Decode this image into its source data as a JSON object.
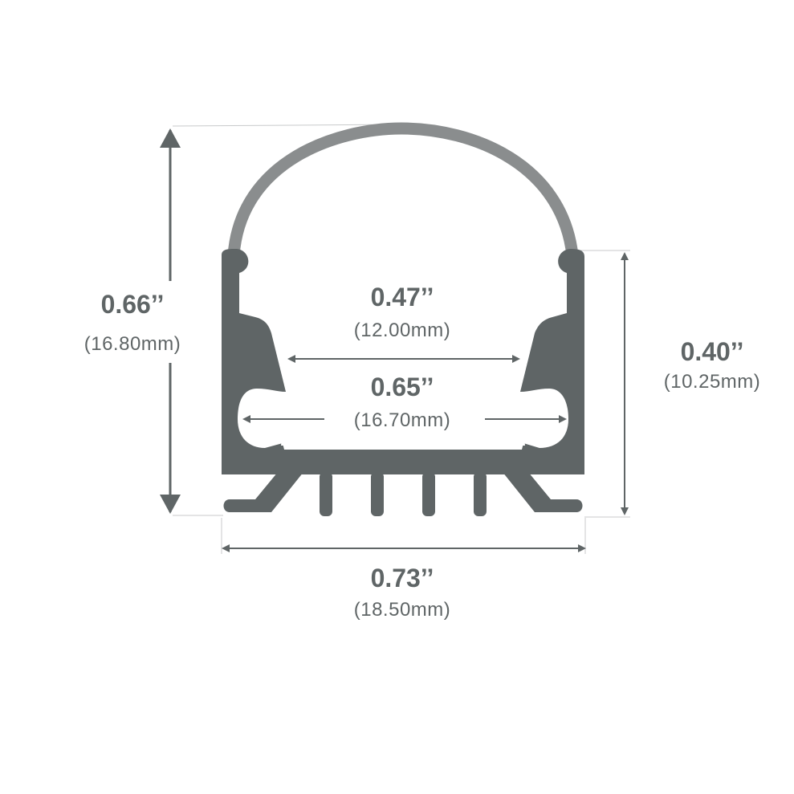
{
  "colors": {
    "profile": "#5f6566",
    "diffuser": "#8a8d8e",
    "dimension": "#5f6566",
    "extension_line": "#c8cacb",
    "background": "#ffffff"
  },
  "dimensions": {
    "overall_height": {
      "inch": "0.66’’",
      "mm": "(16.80mm)"
    },
    "inner_opening": {
      "inch": "0.47’’",
      "mm": "(12.00mm)"
    },
    "inner_width": {
      "inch": "0.65’’",
      "mm": "(16.70mm)"
    },
    "channel_height": {
      "inch": "0.40’’",
      "mm": "(10.25mm)"
    },
    "overall_width": {
      "inch": "0.73’’",
      "mm": "(18.50mm)"
    }
  }
}
